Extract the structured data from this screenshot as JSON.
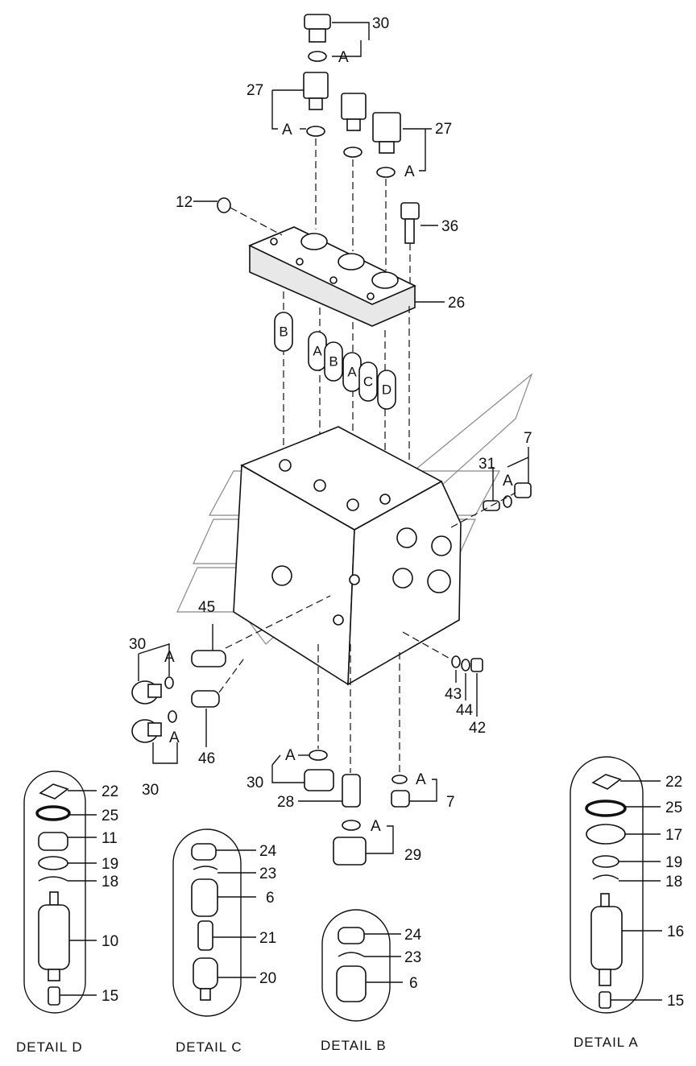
{
  "callouts": {
    "c30_top": "30",
    "cA_top": "A",
    "c27_left": "27",
    "cA_27_left": "A",
    "c27_right": "27",
    "cA_27_right": "A",
    "c12": "12",
    "c36": "36",
    "c26": "26",
    "c7_right": "7",
    "cA_7_right": "A",
    "c31": "31",
    "c45": "45",
    "c30_mid_upper": "30",
    "cA_mid_upper": "A",
    "cA_mid_lower": "A",
    "c30_mid_lower": "30",
    "c46": "46",
    "c43": "43",
    "c44": "44",
    "c42": "42",
    "cA_30_bottom": "A",
    "c30_bottom": "30",
    "c28": "28",
    "cA_7_bottom": "A",
    "c7_bottom": "7",
    "cA_29": "A",
    "c29": "29"
  },
  "capsules": [
    "B",
    "A",
    "B",
    "A",
    "C",
    "D"
  ],
  "detail_d": {
    "caption": "DETAIL D",
    "labels": [
      "22",
      "25",
      "11",
      "19",
      "18",
      "10",
      "15"
    ]
  },
  "detail_c": {
    "caption": "DETAIL C",
    "labels": [
      "24",
      "23",
      "6",
      "21",
      "20"
    ]
  },
  "detail_b": {
    "caption": "DETAIL B",
    "labels": [
      "24",
      "23",
      "6"
    ]
  },
  "detail_a": {
    "caption": "DETAIL A",
    "labels": [
      "22",
      "25",
      "17",
      "19",
      "18",
      "16",
      "15"
    ]
  }
}
